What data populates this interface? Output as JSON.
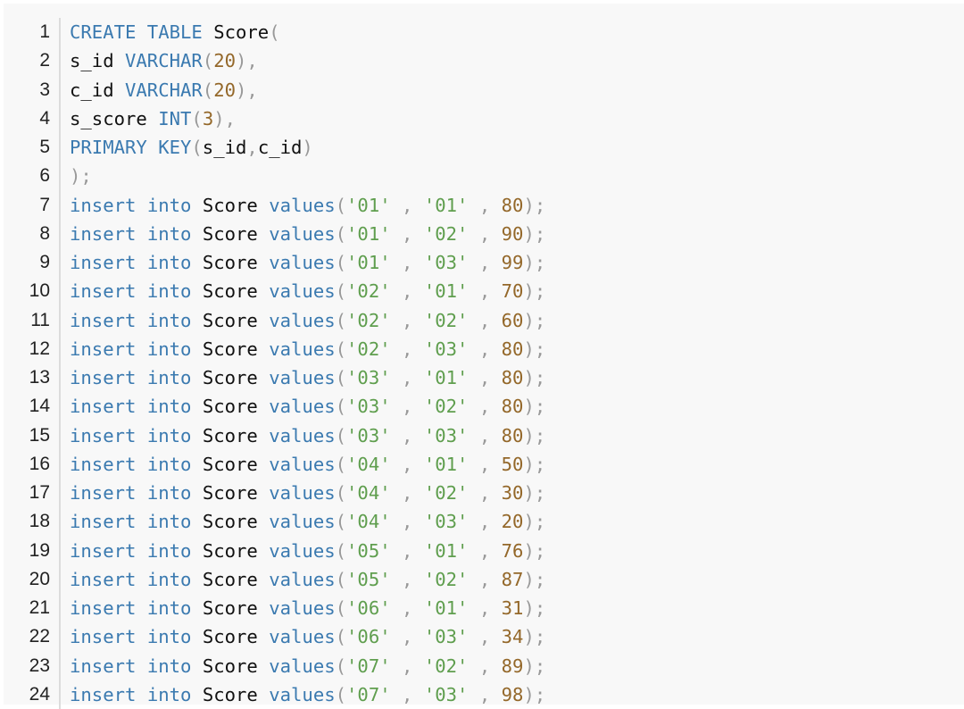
{
  "editor": {
    "colors": {
      "keyword": "#3b7ab0",
      "string": "#5f9e4e",
      "number": "#94682a",
      "punctuation": "#999999",
      "identifier": "#111111"
    },
    "lines": [
      {
        "n": "1",
        "tokens": [
          [
            "kw",
            "CREATE TABLE"
          ],
          [
            "id",
            " Score"
          ],
          [
            "pun",
            "("
          ]
        ]
      },
      {
        "n": "2",
        "tokens": [
          [
            "id",
            "s_id "
          ],
          [
            "kw",
            "VARCHAR"
          ],
          [
            "pun",
            "("
          ],
          [
            "num",
            "20"
          ],
          [
            "pun",
            "),"
          ]
        ]
      },
      {
        "n": "3",
        "tokens": [
          [
            "id",
            "c_id "
          ],
          [
            "kw",
            "VARCHAR"
          ],
          [
            "pun",
            "("
          ],
          [
            "num",
            "20"
          ],
          [
            "pun",
            "),"
          ]
        ]
      },
      {
        "n": "4",
        "tokens": [
          [
            "id",
            "s_score "
          ],
          [
            "kw",
            "INT"
          ],
          [
            "pun",
            "("
          ],
          [
            "num",
            "3"
          ],
          [
            "pun",
            "),"
          ]
        ]
      },
      {
        "n": "5",
        "tokens": [
          [
            "kw",
            "PRIMARY KEY"
          ],
          [
            "pun",
            "("
          ],
          [
            "id",
            "s_id"
          ],
          [
            "pun",
            ","
          ],
          [
            "id",
            "c_id"
          ],
          [
            "pun",
            ")"
          ]
        ]
      },
      {
        "n": "6",
        "tokens": [
          [
            "pun",
            ");"
          ]
        ]
      },
      {
        "n": "7",
        "ins": [
          "01",
          "01",
          "80"
        ]
      },
      {
        "n": "8",
        "ins": [
          "01",
          "02",
          "90"
        ]
      },
      {
        "n": "9",
        "ins": [
          "01",
          "03",
          "99"
        ]
      },
      {
        "n": "10",
        "ins": [
          "02",
          "01",
          "70"
        ]
      },
      {
        "n": "11",
        "ins": [
          "02",
          "02",
          "60"
        ]
      },
      {
        "n": "12",
        "ins": [
          "02",
          "03",
          "80"
        ]
      },
      {
        "n": "13",
        "ins": [
          "03",
          "01",
          "80"
        ]
      },
      {
        "n": "14",
        "ins": [
          "03",
          "02",
          "80"
        ]
      },
      {
        "n": "15",
        "ins": [
          "03",
          "03",
          "80"
        ]
      },
      {
        "n": "16",
        "ins": [
          "04",
          "01",
          "50"
        ]
      },
      {
        "n": "17",
        "ins": [
          "04",
          "02",
          "30"
        ]
      },
      {
        "n": "18",
        "ins": [
          "04",
          "03",
          "20"
        ]
      },
      {
        "n": "19",
        "ins": [
          "05",
          "01",
          "76"
        ]
      },
      {
        "n": "20",
        "ins": [
          "05",
          "02",
          "87"
        ]
      },
      {
        "n": "21",
        "ins": [
          "06",
          "01",
          "31"
        ]
      },
      {
        "n": "22",
        "ins": [
          "06",
          "03",
          "34"
        ]
      },
      {
        "n": "23",
        "ins": [
          "07",
          "02",
          "89"
        ]
      },
      {
        "n": "24",
        "ins": [
          "07",
          "03",
          "98"
        ]
      }
    ]
  }
}
